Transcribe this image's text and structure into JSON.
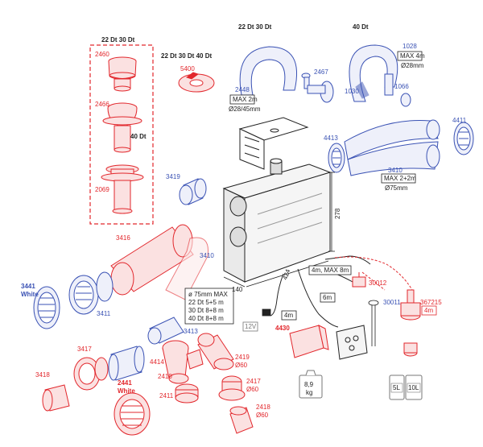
{
  "colors": {
    "red": "#e2272c",
    "blue": "#3a52b4",
    "black": "#222222",
    "grey": "#777777"
  },
  "labels": {
    "dt22_30_top": "22 Dt   30 Dt",
    "p2460": "2460",
    "p2466": "2466",
    "dt40_left": "40 Dt",
    "p2069": "2069",
    "dt22_30_40": "22 Dt  30 Dt  40 Dt",
    "p5400": "5400",
    "dt22_30_blue": "22 Dt     30 Dt",
    "p2448": "2448",
    "max2m": "MAX 2m",
    "d2845": "Ø28/45mm",
    "p2467": "2467",
    "dt40_blue": "40 Dt",
    "p1028": "1028",
    "max4m": "MAX 4m",
    "d28": "Ø28mm",
    "p1030": "1030",
    "p1066": "1066",
    "p4411": "4411",
    "p4413": "4413",
    "p3410_top": "3410",
    "max2x2": "MAX 2+2m",
    "d75": "Ø75mm",
    "p3419": "3419",
    "dim278": "278",
    "dim140": "140",
    "dim424": "424",
    "p3416": "3416",
    "p3410_mid": "3410",
    "p3441": "3441",
    "white1": "White",
    "p3411": "3411",
    "spec1": "ø 75mm MAX",
    "spec2": "22 Dt    5+5 m",
    "spec3": "30 Dt    8+8 m",
    "spec4": "40 Dt    8+8 m",
    "v12": "12V",
    "p3413": "3413",
    "m4_wire": "4m",
    "p4430": "4430",
    "m6": "6m",
    "m4max8": "4m, MAX 8m",
    "p30012": "30012",
    "p30011": "30011",
    "p367215": "367215",
    "m4_red": "4m",
    "p3417": "3417",
    "p4414": "4414",
    "p2410": "2410",
    "p2419": "2419",
    "d60a": "Ø60",
    "p3418": "3418",
    "p2441": "2441",
    "white2": "White",
    "p2411": "2411",
    "p2417": "2417",
    "d60b": "Ø60",
    "p2418": "2418",
    "d60c": "Ø60",
    "weight1": "8,9",
    "weight2": "kg",
    "tank5": "5L",
    "tank10": "10L"
  }
}
